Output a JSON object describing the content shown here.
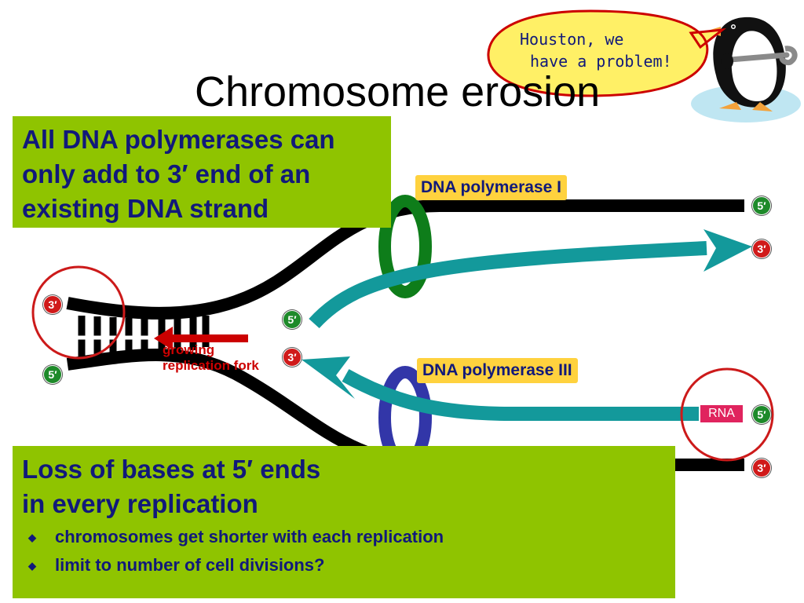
{
  "title": "Chromosome erosion",
  "speech_bubble": {
    "line1": "Houston, we",
    "line2": "have a problem!"
  },
  "top_box": {
    "text": "All DNA polymerases can only add to 3′ end of an existing DNA strand"
  },
  "labels": {
    "dna_polymerase_1": "DNA polymerase I",
    "dna_polymerase_3": "DNA polymerase III",
    "growing_fork_line1": "growing",
    "growing_fork_line2": "replication fork",
    "rna": "RNA"
  },
  "end_labels": {
    "left_top": "3′",
    "left_bottom": "5′",
    "middle_top": "5′",
    "middle_bottom": "3′",
    "right_1": "5′",
    "right_2": "3′",
    "right_3": "5′",
    "right_4": "3′"
  },
  "bottom_box": {
    "title_line1": "Loss of bases at 5′ ends",
    "title_line2": "in every replication",
    "bullets": [
      "chromosomes get shorter with each replication",
      "limit to number of cell divisions?"
    ]
  },
  "colors": {
    "green_panel": "#8fc400",
    "navy_text": "#11197a",
    "new_strand_teal": "#13999b",
    "polymerase_1_ring": "#0e7d1a",
    "polymerase_3_ring": "#3236a8",
    "highlight_circle": "#cc1a1a",
    "label_yellow": "#ffd23e",
    "rna_pink": "#e0245e"
  }
}
